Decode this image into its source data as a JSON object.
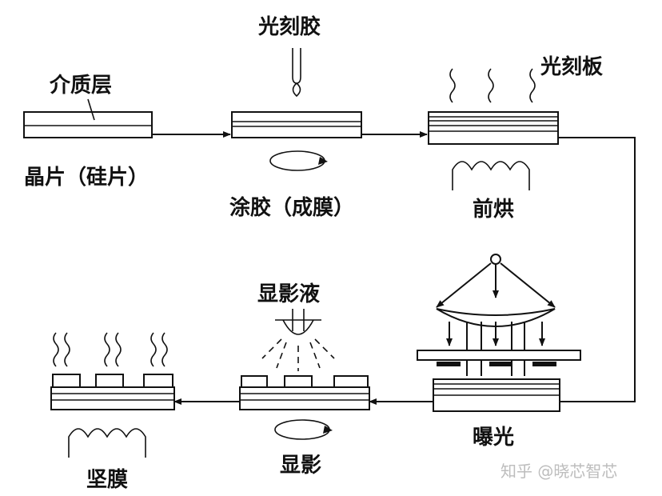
{
  "diagram": {
    "labels": {
      "dielectric": "介质层",
      "wafer": "晶片（硅片）",
      "photoresist": "光刻胶",
      "coating": "涂胶（成膜）",
      "mask": "光刻板",
      "prebake": "前烘",
      "developer": "显影液",
      "exposure": "曝光",
      "develop": "显影",
      "hardbake": "坚膜"
    },
    "watermark": "知乎 @晓芯智芯"
  }
}
